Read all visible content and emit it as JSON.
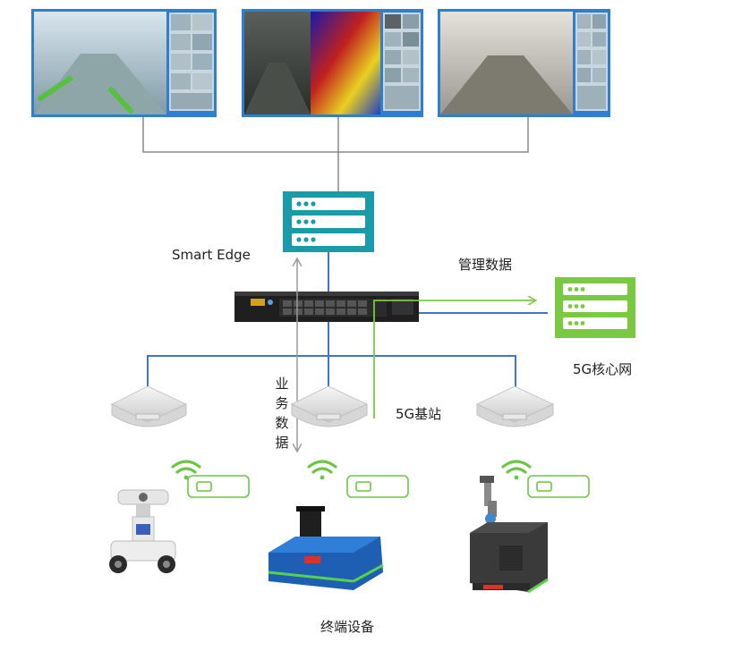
{
  "labels": {
    "smart_edge": "Smart Edge",
    "mgmt_data": "管理数据",
    "core_network": "5G核心网",
    "base_station": "5G基站",
    "business_data": "业务数据",
    "terminals": "终端设备"
  },
  "colors": {
    "server_teal": "#1b9aa8",
    "core_green": "#7ac943",
    "link_blue": "#4472c4",
    "link_gray": "#8a8a8a",
    "wifi_green": "#6cc644",
    "arrow_gray": "#9a9a9a"
  },
  "icons": {
    "edge_server": "server-rack-icon",
    "core_server": "server-rack-icon",
    "wifi": "wifi-icon",
    "modem": "cpe-modem-icon"
  }
}
